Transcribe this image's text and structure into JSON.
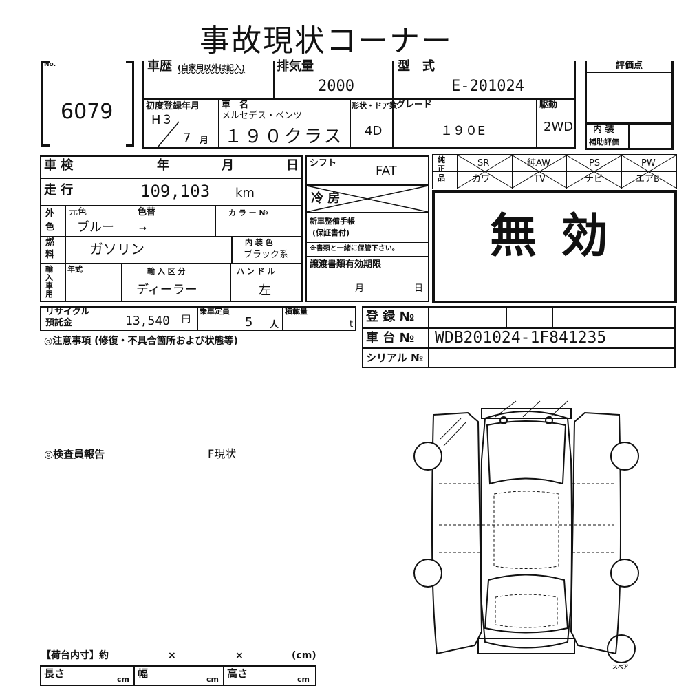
{
  "title": "事故現状コーナー",
  "no": {
    "label": "No.",
    "value": "6079"
  },
  "history": {
    "label": "車歴",
    "note": "(自家用以外は記入)"
  },
  "displacement": {
    "label": "排気量",
    "value": "2000"
  },
  "model_type": {
    "label": "型　式",
    "value": "E-201024"
  },
  "score": {
    "label": "評価点",
    "interior_label": "内 装",
    "interior_sub": "補助評価"
  },
  "first_reg": {
    "label": "初度登録年月",
    "era": "H３",
    "month": "7",
    "month_unit": "月"
  },
  "car_name": {
    "label": "車　名",
    "maker": "メルセデス・ベンツ",
    "model": "１９０クラス"
  },
  "doors": {
    "label": "形状・ドア数",
    "value": "4D"
  },
  "grade": {
    "label": "グレード",
    "value": "１９０E"
  },
  "drive": {
    "label": "駆動",
    "value": "2WD"
  },
  "inspection": {
    "label": "車 検",
    "year": "年",
    "month": "月",
    "day": "日"
  },
  "mileage": {
    "label": "走 行",
    "value": "109,103",
    "unit": "km"
  },
  "color": {
    "label_a": "外",
    "label_b": "色",
    "orig_label": "元色",
    "repaint_label": "色替",
    "code_label": "カ ラ ー №",
    "value": "ブルー",
    "arrow": "→"
  },
  "fuel": {
    "label_a": "燃",
    "label_b": "料",
    "value": "ガソリン",
    "interior_label": "内 装 色",
    "interior_value": "ブラック系"
  },
  "import": {
    "label": "輸入車用",
    "year_label": "年式",
    "class_label": "輸 入 区 分",
    "class_value": "ディーラー",
    "handle_label": "ハ ン ド ル",
    "handle_value": "左"
  },
  "recycle": {
    "label_a": "リサイクル",
    "label_b": "預託金",
    "value": "13,540",
    "unit": "円"
  },
  "capacity": {
    "label": "乗車定員",
    "value": "5",
    "unit": "人"
  },
  "load": {
    "label": "積載量",
    "unit": "t"
  },
  "shift": {
    "label": "シフト",
    "value": "FAT"
  },
  "ac": {
    "label": "冷 房"
  },
  "warranty": {
    "label_a": "新車整備手帳",
    "label_b": "(保証書付)",
    "note": "※書類と一緒に保管下さい。"
  },
  "transfer": {
    "label": "譲渡書類有効期限",
    "month": "月",
    "day": "日"
  },
  "equipment": {
    "label": "純正品",
    "items": [
      "SR",
      "純AW",
      "PS",
      "PW",
      "カワ",
      "TV",
      "ナビ",
      "エアB"
    ]
  },
  "void_stamp": "無 効",
  "registration": {
    "label": "登 録 №"
  },
  "chassis": {
    "label": "車 台 №",
    "value": "WDB201024-1F841235"
  },
  "serial": {
    "label": "シリアル №"
  },
  "notes_label": "◎注意事項 (修復・不具合箇所および状態等)",
  "inspector_label": "◎検査員報告",
  "inspector_value": "F現状",
  "cargo": {
    "label": "【荷台内寸】約",
    "x1": "×",
    "x2": "×",
    "unit": "(cm)",
    "length": "長さ",
    "width": "幅",
    "height": "高さ",
    "cm": "cm"
  },
  "spare": "スペア"
}
